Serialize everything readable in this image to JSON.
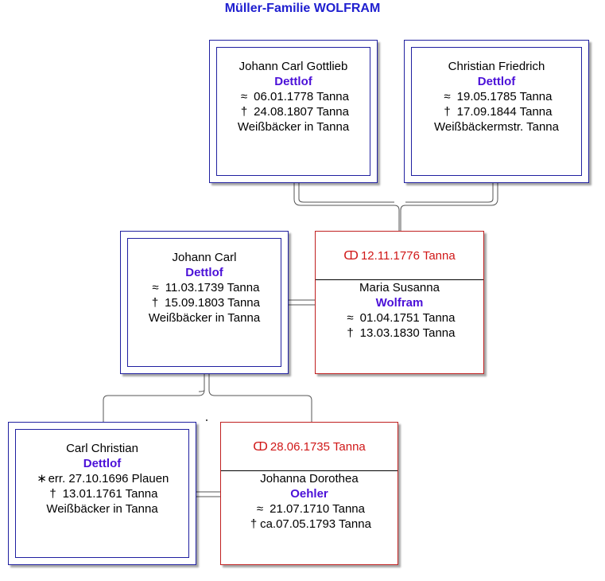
{
  "title": "Müller-Familie WOLFRAM",
  "colors": {
    "title": "#2020d0",
    "surname": "#4b10d8",
    "marriage": "#d01818",
    "frame_blue": "#2020a0",
    "frame_red": "#c02020"
  },
  "icons": {
    "baptism": "≈",
    "death": "†",
    "birth": "∗",
    "marriage": "ↀ"
  },
  "gen1": {
    "left": {
      "given": "Johann Carl Gottlieb",
      "surname": "Dettlof",
      "baptism": "06.01.1778 Tanna",
      "death": "24.08.1807 Tanna",
      "occupation": "Weißbäcker in Tanna"
    },
    "right": {
      "given": "Christian Friedrich",
      "surname": "Dettlof",
      "baptism": "19.05.1785 Tanna",
      "death": "17.09.1844 Tanna",
      "occupation": "Weißbäckermstr. Tanna"
    }
  },
  "gen2": {
    "person": {
      "given": "Johann Carl",
      "surname": "Dettlof",
      "baptism": "11.03.1739 Tanna",
      "death": "15.09.1803 Tanna",
      "occupation": "Weißbäcker in Tanna"
    },
    "spouse": {
      "marriage": "12.11.1776 Tanna",
      "given": "Maria Susanna",
      "surname": "Wolfram",
      "baptism": "01.04.1751 Tanna",
      "death": "13.03.1830 Tanna"
    }
  },
  "gen3": {
    "person": {
      "given": "Carl Christian",
      "surname": "Dettlof",
      "birth": "err. 27.10.1696 Plauen",
      "death": "13.01.1761 Tanna",
      "occupation": "Weißbäcker in Tanna"
    },
    "spouse": {
      "marriage": "28.06.1735 Tanna",
      "given": "Johanna Dorothea",
      "surname": "Oehler",
      "baptism": "21.07.1710 Tanna",
      "death": "ca.07.05.1793 Tanna"
    }
  }
}
